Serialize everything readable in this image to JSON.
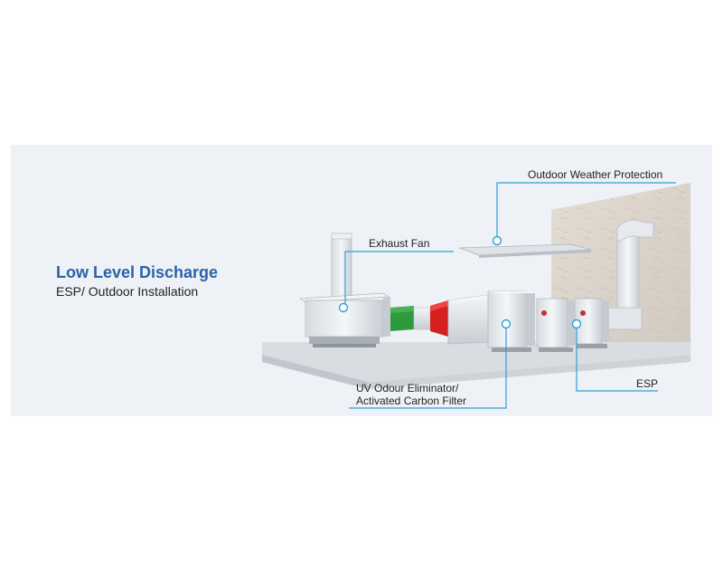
{
  "heading": {
    "title": "Low Level Discharge",
    "subtitle": "ESP/ Outdoor Installation"
  },
  "callouts": {
    "weather_protection": "Outdoor Weather Protection",
    "exhaust_fan": "Exhaust Fan",
    "uv_line1": "UV Odour Eliminator/",
    "uv_line2": "Activated Carbon Filter",
    "esp": "ESP"
  },
  "colors": {
    "title": "#2a63a8",
    "callout_line": "#2e9fd6",
    "panel_bg": "#eef1f6",
    "transition_green": "#2e9a3e",
    "transition_red": "#d42020"
  }
}
